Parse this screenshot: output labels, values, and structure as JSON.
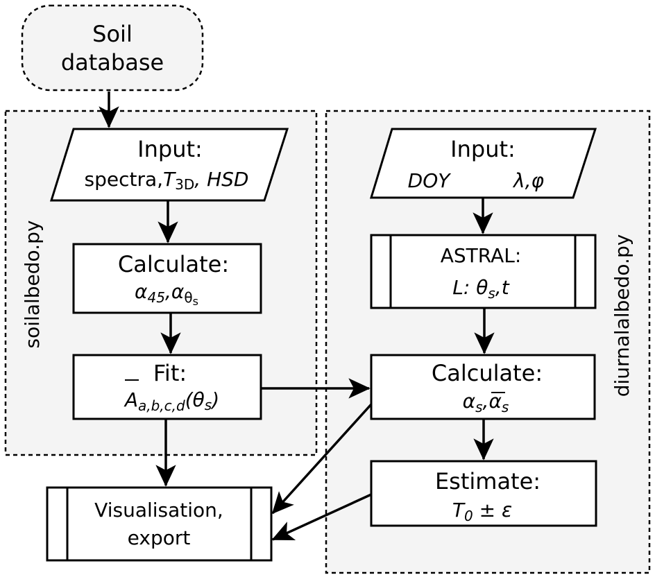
{
  "diagram": {
    "start_node": {
      "line1": "Soil",
      "line2": "database"
    },
    "regions": {
      "left": {
        "label": "soilalbedo.py"
      },
      "right": {
        "label": "diurnalalbedo.py"
      }
    },
    "left_input": {
      "title": "Input:",
      "spectra": "spectra,",
      "T": "T",
      "T_sub": "3D",
      "comma": ",",
      "hsd": "HSD"
    },
    "left_calculate": {
      "title": "Calculate:",
      "alpha1": "α",
      "alpha1_sub": "45",
      "comma": ",",
      "alpha2": "α",
      "alpha2_sub": "θ",
      "alpha2_subsub": "s"
    },
    "fit": {
      "title": "Fit:",
      "A": "A",
      "A_sub": "a,b,c,d",
      "paren": "(θ",
      "paren_sub": "s",
      "paren_close": ")"
    },
    "right_input": {
      "title": "Input:",
      "doy": "DOY",
      "coords": "λ,φ"
    },
    "astral": {
      "title": "ASTRAL:",
      "L": "L: θ",
      "L_sub": "s",
      "L_rest": ",t"
    },
    "right_calculate": {
      "title": "Calculate:",
      "a1": "α",
      "a1_sub": "s",
      "comma": ",",
      "a2": "α",
      "a2_sub": "s"
    },
    "estimate": {
      "title": "Estimate:",
      "T": "T",
      "T_sub": "0",
      "rest": " ± ε"
    },
    "output_node": {
      "line1": "Visualisation,",
      "line2": "export"
    },
    "colors": {
      "region_fill": "#f4f4f4",
      "stroke": "#000000",
      "box_fill": "#ffffff"
    }
  }
}
